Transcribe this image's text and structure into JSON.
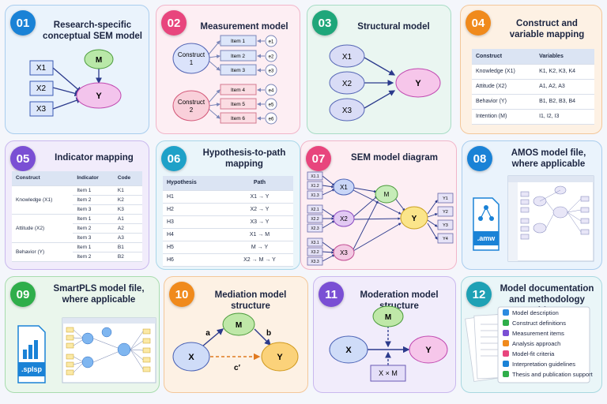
{
  "cards": [
    {
      "num": "01",
      "title1": "Research-specific",
      "title2": "conceptual SEM model",
      "color": "#1a82d6"
    },
    {
      "num": "02",
      "title1": "Measurement model",
      "title2": "",
      "color": "#e8457d"
    },
    {
      "num": "03",
      "title1": "Structural model",
      "title2": "",
      "color": "#1fa67a"
    },
    {
      "num": "04",
      "title1": "Construct and",
      "title2": "variable mapping",
      "color": "#f08a1c"
    },
    {
      "num": "05",
      "title1": "Indicator mapping",
      "title2": "",
      "color": "#7a4fd4"
    },
    {
      "num": "06",
      "title1": "Hypothesis-to-path",
      "title2": "mapping",
      "color": "#1ea1c8"
    },
    {
      "num": "07",
      "title1": "SEM model diagram",
      "title2": "",
      "color": "#e8457d"
    },
    {
      "num": "08",
      "title1": "AMOS model file,",
      "title2": "where applicable",
      "color": "#1a82d6"
    },
    {
      "num": "09",
      "title1": "SmartPLS model file,",
      "title2": "where applicable",
      "color": "#2fae4a"
    },
    {
      "num": "10",
      "title1": "Mediation model structure",
      "title2": "",
      "color": "#f08a1c"
    },
    {
      "num": "11",
      "title1": "Moderation model structure",
      "title2": "",
      "color": "#7a4fd4"
    },
    {
      "num": "12",
      "title1": "Model documentation",
      "title2": "and methodology guidance",
      "color": "#1ea1b5"
    }
  ],
  "conceptual": {
    "x1": "X1",
    "x2": "X2",
    "x3": "X3",
    "m": "M",
    "y": "Y"
  },
  "measurement": {
    "c1": "Construct",
    "c1n": "1",
    "c2": "Construct",
    "c2n": "2",
    "items": [
      "Item 1",
      "Item 2",
      "Item 3",
      "Item 4",
      "Item 5",
      "Item 6"
    ],
    "errors": [
      "e1",
      "e2",
      "e3",
      "e4",
      "e5",
      "e6"
    ]
  },
  "structural": {
    "x1": "X1",
    "x2": "X2",
    "x3": "X3",
    "y": "Y"
  },
  "construct_map": {
    "headers": [
      "Construct",
      "Variables"
    ],
    "rows": [
      [
        "Knowledge (X1)",
        "K1, K2, K3, K4"
      ],
      [
        "Attitude (X2)",
        "A1, A2, A3"
      ],
      [
        "Behavior (Y)",
        "B1, B2, B3, B4"
      ],
      [
        "Intention (M)",
        "I1, I2, I3"
      ]
    ]
  },
  "indicator_map": {
    "headers": [
      "Construct",
      "Indicator",
      "Code"
    ],
    "groups": [
      {
        "construct": "Knowledge (X1)",
        "rows": [
          [
            "Item 1",
            "K1"
          ],
          [
            "Item 2",
            "K2"
          ],
          [
            "Item 3",
            "K3"
          ]
        ]
      },
      {
        "construct": "Attitude (X2)",
        "rows": [
          [
            "Item 1",
            "A1"
          ],
          [
            "Item 2",
            "A2"
          ],
          [
            "Item 3",
            "A3"
          ]
        ]
      },
      {
        "construct": "Behavior (Y)",
        "rows": [
          [
            "Item 1",
            "B1"
          ],
          [
            "Item 2",
            "B2"
          ]
        ]
      }
    ]
  },
  "hypothesis_map": {
    "headers": [
      "Hypothesis",
      "Path"
    ],
    "rows": [
      [
        "H1",
        "X1 → Y"
      ],
      [
        "H2",
        "X2 → Y"
      ],
      [
        "H3",
        "X3 → Y"
      ],
      [
        "H4",
        "X1 → M"
      ],
      [
        "H5",
        "M → Y"
      ],
      [
        "H6",
        "X2 → M → Y"
      ]
    ]
  },
  "sem": {
    "indicators_left": [
      "X1.1",
      "X1.2",
      "X1.3",
      "X2.1",
      "X2.2",
      "X2.3",
      "X3.1",
      "X3.2",
      "X3.3"
    ],
    "latent": [
      "X1",
      "X2",
      "X3",
      "M",
      "Y"
    ],
    "indicators_right": [
      "Y1",
      "Y2",
      "Y3",
      "Y4"
    ]
  },
  "amos": {
    "file_label": ".amw"
  },
  "smartpls": {
    "file_label": ".splsp"
  },
  "mediation": {
    "x": "X",
    "m": "M",
    "y": "Y",
    "a": "a",
    "b": "b",
    "c": "c′"
  },
  "moderation": {
    "x": "X",
    "m": "M",
    "y": "Y",
    "xm": "X × M"
  },
  "documentation": {
    "items": [
      {
        "label": "Model description",
        "color": "#2c8be0"
      },
      {
        "label": "Construct definitions",
        "color": "#2fae4a"
      },
      {
        "label": "Measurement items",
        "color": "#7a4fd4"
      },
      {
        "label": "Analysis approach",
        "color": "#f08a1c"
      },
      {
        "label": "Model-fit criteria",
        "color": "#e8457d"
      },
      {
        "label": "Interpretation guidelines",
        "color": "#1a82d6"
      },
      {
        "label": "Thesis and publication support",
        "color": "#2fae4a"
      }
    ]
  }
}
